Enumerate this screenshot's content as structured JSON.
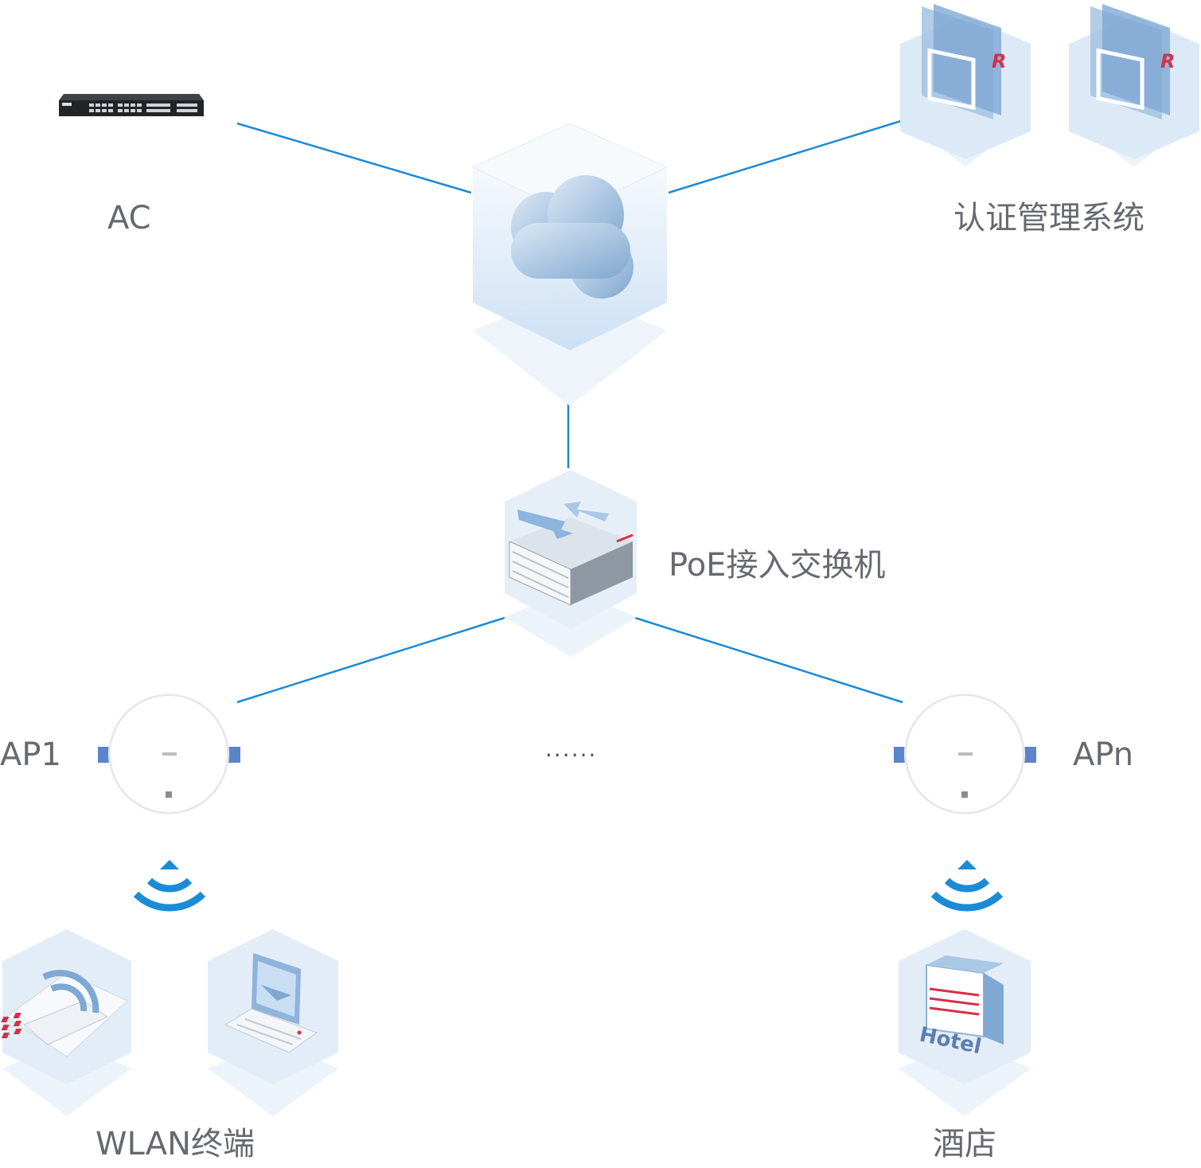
{
  "labels": {
    "ac": "AC",
    "auth": "认证管理系统",
    "poe": "PoE接入交换机",
    "ap1": "AP1",
    "apn": "APn",
    "ellipsis": "......",
    "wlan": "WLAN终端",
    "hotel": "酒店"
  },
  "icons": {
    "ac": "network-switch-icon",
    "cloud": "cloud-icon",
    "auth": "server-window-icon",
    "poe": "poe-switch-icon",
    "ap": "access-point-icon",
    "wifi": "wifi-signal-icon",
    "phone": "wifi-phone-icon",
    "laptop": "laptop-mail-icon",
    "hotel": "hotel-building-icon",
    "hotel_sign": "Hotel"
  },
  "colors": {
    "link": "#1b8bd6",
    "label": "#666a70",
    "accent_red": "#d6304a",
    "tile_blue": "#c9def3"
  }
}
